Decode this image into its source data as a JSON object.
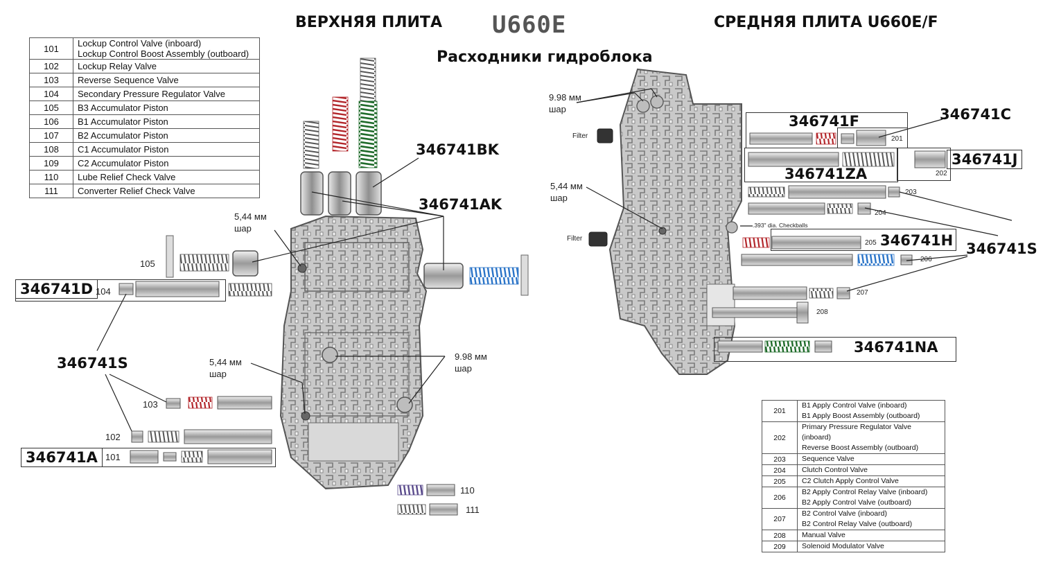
{
  "headers": {
    "upper_plate": "ВЕРХНЯЯ ПЛИТА",
    "model": "U660E",
    "middle_plate": "СРЕДНЯЯ ПЛИТА U660E/F",
    "subtitle": "Расходники гидроблока"
  },
  "upper_legend": [
    {
      "num": "101",
      "desc": [
        "Lockup Control Valve (inboard)",
        "Lockup Control Boost Assembly (outboard)"
      ]
    },
    {
      "num": "102",
      "desc": [
        "Lockup Relay Valve"
      ]
    },
    {
      "num": "103",
      "desc": [
        "Reverse Sequence Valve"
      ]
    },
    {
      "num": "104",
      "desc": [
        "Secondary Pressure Regulator Valve"
      ]
    },
    {
      "num": "105",
      "desc": [
        "B3 Accumulator Piston"
      ]
    },
    {
      "num": "106",
      "desc": [
        "B1 Accumulator Piston"
      ]
    },
    {
      "num": "107",
      "desc": [
        "B2 Accumulator Piston"
      ]
    },
    {
      "num": "108",
      "desc": [
        "C1 Accumulator Piston"
      ]
    },
    {
      "num": "109",
      "desc": [
        "C2 Accumulator Piston"
      ]
    },
    {
      "num": "110",
      "desc": [
        "Lube Relief Check Valve"
      ]
    },
    {
      "num": "111",
      "desc": [
        "Converter Relief Check Valve"
      ]
    }
  ],
  "middle_legend": [
    {
      "num": "201",
      "desc": [
        "B1 Apply Control Valve (inboard)",
        "B1 Apply Boost Assembly (outboard)"
      ]
    },
    {
      "num": "202",
      "desc": [
        "Primary Pressure Regulator Valve (inboard)",
        "Reverse Boost Assembly (outboard)"
      ]
    },
    {
      "num": "203",
      "desc": [
        "Sequence Valve"
      ]
    },
    {
      "num": "204",
      "desc": [
        "Clutch Control Valve"
      ]
    },
    {
      "num": "205",
      "desc": [
        "C2 Clutch Apply Control Valve"
      ]
    },
    {
      "num": "206",
      "desc": [
        "B2 Apply Control Relay Valve (inboard)",
        "B2 Apply Control Valve (outboard)"
      ]
    },
    {
      "num": "207",
      "desc": [
        "B2 Control Valve (inboard)",
        "B2 Control Relay Valve (outboard)"
      ]
    },
    {
      "num": "208",
      "desc": [
        "Manual Valve"
      ]
    },
    {
      "num": "209",
      "desc": [
        "Solenoid Modulator Valve"
      ]
    }
  ],
  "part_numbers": {
    "bk": "346741BK",
    "ak": "346741AK",
    "d": "346741D",
    "s_left": "346741S",
    "a": "346741A",
    "f": "346741F",
    "c": "346741C",
    "j": "346741J",
    "za": "346741ZA",
    "h": "346741H",
    "s_right": "346741S",
    "na": "346741NA"
  },
  "ball_labels": {
    "upper_544_a": [
      "5,44 мм",
      "шар"
    ],
    "upper_544_b": [
      "5,44 мм",
      "шар"
    ],
    "upper_998": [
      "9.98 мм",
      "шар"
    ],
    "middle_998": [
      "9.98 мм",
      "шар"
    ],
    "middle_544": [
      "5,44 мм",
      "шар"
    ]
  },
  "callouts": {
    "n105": "105",
    "n104": "104",
    "n103": "103",
    "n102": "102",
    "n101": "101",
    "n110": "110",
    "n111": "111",
    "n201": "201",
    "n202": "202",
    "n203": "203",
    "n204": "204",
    "n205": "205",
    "n206": "206",
    "n207": "207",
    "n208": "208",
    "filter_top": "Filter",
    "filter_mid": "Filter",
    "checkballs": ".393\" dia. Checkballs"
  },
  "colors": {
    "red_spring": "#b3262b",
    "green_spring": "#1f6b2a",
    "blue_spring": "#2a74c8",
    "purple_spring": "#5a4b8c",
    "plate_fill": "#cfcfcf",
    "plate_stroke": "#555555"
  }
}
